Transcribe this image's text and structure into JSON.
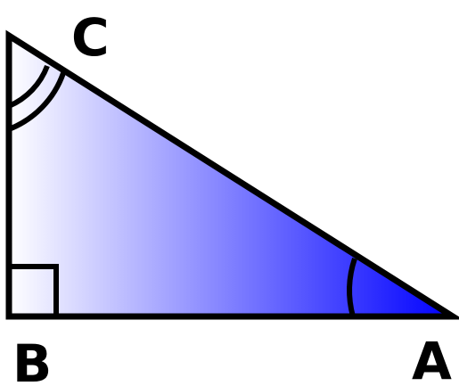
{
  "diagram": {
    "vertices": {
      "a": "A",
      "b": "B",
      "c": "C"
    },
    "colors": {
      "fill_start": "#ffffff",
      "fill_end": "#0000ff",
      "stroke": "#000000"
    },
    "markers": {
      "right_angle_at": "B",
      "double_arc_at": "C",
      "single_arc_at": "A"
    }
  }
}
